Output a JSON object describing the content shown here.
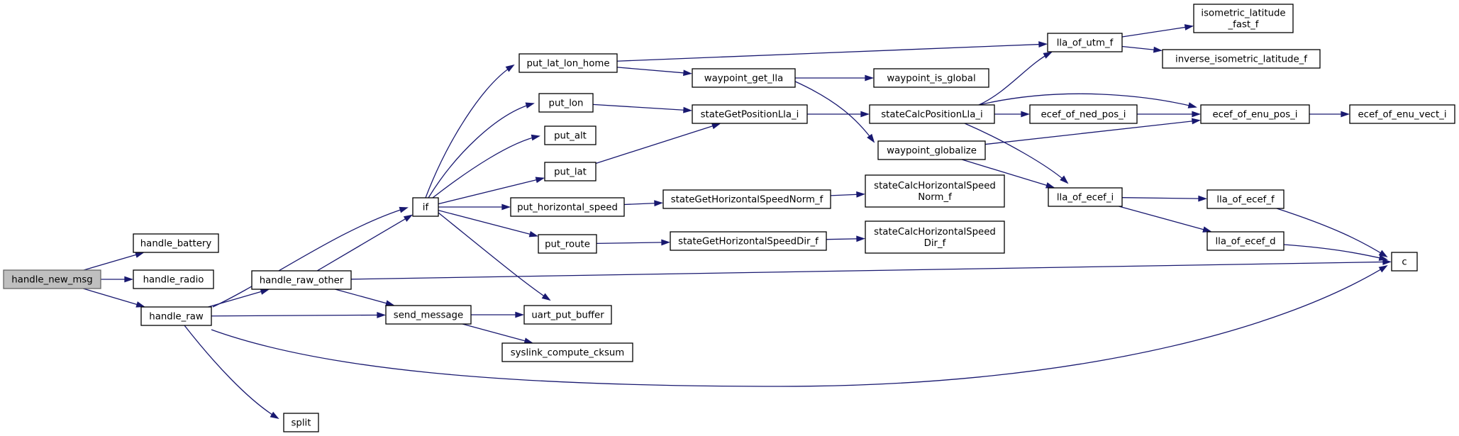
{
  "nodes": [
    {
      "id": "handle_new_msg",
      "lines": [
        "handle_new_msg"
      ],
      "root": true
    },
    {
      "id": "handle_battery",
      "lines": [
        "handle_battery"
      ]
    },
    {
      "id": "handle_radio",
      "lines": [
        "handle_radio"
      ]
    },
    {
      "id": "handle_raw",
      "lines": [
        "handle_raw"
      ]
    },
    {
      "id": "handle_raw_other",
      "lines": [
        "handle_raw_other"
      ]
    },
    {
      "id": "if",
      "lines": [
        "if"
      ]
    },
    {
      "id": "send_message",
      "lines": [
        "send_message"
      ]
    },
    {
      "id": "split",
      "lines": [
        "split"
      ]
    },
    {
      "id": "c",
      "lines": [
        "c"
      ]
    },
    {
      "id": "put_lat_lon_home",
      "lines": [
        "put_lat_lon_home"
      ]
    },
    {
      "id": "put_lon",
      "lines": [
        "put_lon"
      ]
    },
    {
      "id": "put_alt",
      "lines": [
        "put_alt"
      ]
    },
    {
      "id": "put_lat",
      "lines": [
        "put_lat"
      ]
    },
    {
      "id": "put_horizontal_speed",
      "lines": [
        "put_horizontal_speed"
      ]
    },
    {
      "id": "put_route",
      "lines": [
        "put_route"
      ]
    },
    {
      "id": "uart_put_buffer",
      "lines": [
        "uart_put_buffer"
      ]
    },
    {
      "id": "syslink_compute_cksum",
      "lines": [
        "syslink_compute_cksum"
      ]
    },
    {
      "id": "lla_of_utm_f",
      "lines": [
        "lla_of_utm_f"
      ]
    },
    {
      "id": "waypoint_get_lla",
      "lines": [
        "waypoint_get_lla"
      ]
    },
    {
      "id": "stateGetPositionLla_i",
      "lines": [
        "stateGetPositionLla_i"
      ]
    },
    {
      "id": "stateGetHorizontalSpeedNorm_f",
      "lines": [
        "stateGetHorizontalSpeedNorm_f"
      ]
    },
    {
      "id": "stateGetHorizontalSpeedDir_f",
      "lines": [
        "stateGetHorizontalSpeedDir_f"
      ]
    },
    {
      "id": "isometric_latitude_fast_f",
      "lines": [
        "isometric_latitude",
        "_fast_f"
      ]
    },
    {
      "id": "inverse_isometric_latitude_f",
      "lines": [
        "inverse_isometric_latitude_f"
      ]
    },
    {
      "id": "waypoint_is_global",
      "lines": [
        "waypoint_is_global"
      ]
    },
    {
      "id": "waypoint_globalize",
      "lines": [
        "waypoint_globalize"
      ]
    },
    {
      "id": "stateCalcPositionLla_i",
      "lines": [
        "stateCalcPositionLla_i"
      ]
    },
    {
      "id": "ecef_of_ned_pos_i",
      "lines": [
        "ecef_of_ned_pos_i"
      ]
    },
    {
      "id": "ecef_of_enu_pos_i",
      "lines": [
        "ecef_of_enu_pos_i"
      ]
    },
    {
      "id": "ecef_of_enu_vect_i",
      "lines": [
        "ecef_of_enu_vect_i"
      ]
    },
    {
      "id": "lla_of_ecef_i",
      "lines": [
        "lla_of_ecef_i"
      ]
    },
    {
      "id": "lla_of_ecef_f",
      "lines": [
        "lla_of_ecef_f"
      ]
    },
    {
      "id": "lla_of_ecef_d",
      "lines": [
        "lla_of_ecef_d"
      ]
    },
    {
      "id": "stateCalcHorizontalSpeedNorm_f",
      "lines": [
        "stateCalcHorizontalSpeed",
        "Norm_f"
      ]
    },
    {
      "id": "stateCalcHorizontalSpeedDir_f",
      "lines": [
        "stateCalcHorizontalSpeed",
        "Dir_f"
      ]
    }
  ],
  "edges": [
    [
      "handle_new_msg",
      "handle_battery"
    ],
    [
      "handle_new_msg",
      "handle_radio"
    ],
    [
      "handle_new_msg",
      "handle_raw"
    ],
    [
      "handle_raw",
      "handle_raw_other"
    ],
    [
      "handle_raw",
      "if"
    ],
    [
      "handle_raw",
      "send_message"
    ],
    [
      "handle_raw",
      "split"
    ],
    [
      "handle_raw",
      "c"
    ],
    [
      "handle_raw_other",
      "if"
    ],
    [
      "handle_raw_other",
      "send_message"
    ],
    [
      "handle_raw_other",
      "c"
    ],
    [
      "if",
      "put_lat_lon_home"
    ],
    [
      "if",
      "put_lon"
    ],
    [
      "if",
      "put_alt"
    ],
    [
      "if",
      "put_lat"
    ],
    [
      "if",
      "put_horizontal_speed"
    ],
    [
      "if",
      "put_route"
    ],
    [
      "if",
      "uart_put_buffer"
    ],
    [
      "send_message",
      "uart_put_buffer"
    ],
    [
      "send_message",
      "syslink_compute_cksum"
    ],
    [
      "put_lat_lon_home",
      "lla_of_utm_f"
    ],
    [
      "put_lat_lon_home",
      "waypoint_get_lla"
    ],
    [
      "put_lon",
      "stateGetPositionLla_i"
    ],
    [
      "put_lat",
      "stateGetPositionLla_i"
    ],
    [
      "put_horizontal_speed",
      "stateGetHorizontalSpeedNorm_f"
    ],
    [
      "put_route",
      "stateGetHorizontalSpeedDir_f"
    ],
    [
      "lla_of_utm_f",
      "isometric_latitude_fast_f"
    ],
    [
      "lla_of_utm_f",
      "inverse_isometric_latitude_f"
    ],
    [
      "waypoint_get_lla",
      "waypoint_is_global"
    ],
    [
      "waypoint_get_lla",
      "waypoint_globalize"
    ],
    [
      "stateGetPositionLla_i",
      "stateCalcPositionLla_i"
    ],
    [
      "stateGetHorizontalSpeedNorm_f",
      "stateCalcHorizontalSpeedNorm_f"
    ],
    [
      "stateGetHorizontalSpeedDir_f",
      "stateCalcHorizontalSpeedDir_f"
    ],
    [
      "waypoint_globalize",
      "ecef_of_enu_pos_i"
    ],
    [
      "waypoint_globalize",
      "lla_of_ecef_i"
    ],
    [
      "stateCalcPositionLla_i",
      "lla_of_utm_f"
    ],
    [
      "stateCalcPositionLla_i",
      "ecef_of_ned_pos_i"
    ],
    [
      "stateCalcPositionLla_i",
      "ecef_of_enu_pos_i"
    ],
    [
      "stateCalcPositionLla_i",
      "lla_of_ecef_i"
    ],
    [
      "ecef_of_ned_pos_i",
      "ecef_of_enu_pos_i"
    ],
    [
      "ecef_of_enu_pos_i",
      "ecef_of_enu_vect_i"
    ],
    [
      "lla_of_ecef_i",
      "lla_of_ecef_f"
    ],
    [
      "lla_of_ecef_i",
      "lla_of_ecef_d"
    ],
    [
      "lla_of_ecef_f",
      "c"
    ],
    [
      "lla_of_ecef_d",
      "c"
    ]
  ]
}
